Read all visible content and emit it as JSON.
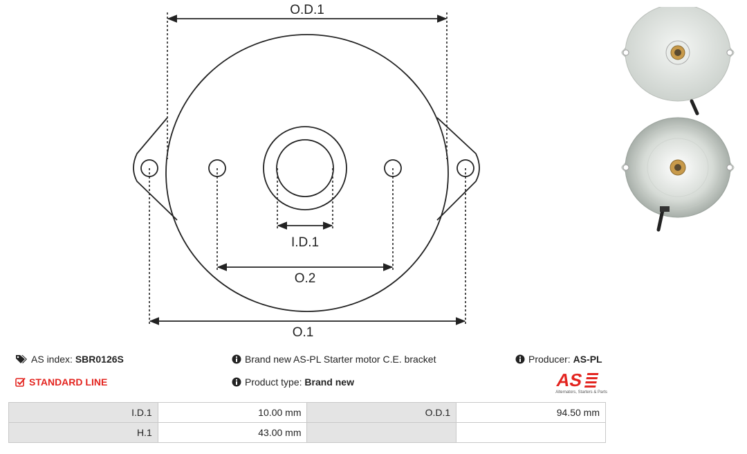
{
  "drawing": {
    "labels": {
      "od1": "O.D.1",
      "id1": "I.D.1",
      "o2": "O.2",
      "o1": "O.1"
    }
  },
  "info": {
    "as_index_label": "AS index:",
    "as_index_value": "SBR0126S",
    "standard_line": "STANDARD LINE",
    "description": "Brand new AS-PL Starter motor C.E. bracket",
    "product_type_label": "Product type:",
    "product_type_value": "Brand new",
    "producer_label": "Producer:",
    "producer_value": "AS-PL"
  },
  "logo": {
    "mark": "AS",
    "tagline": "Alternators, Starters & Parts",
    "color": "#e3241f"
  },
  "specs": [
    {
      "label": "I.D.1",
      "value": "10.00 mm",
      "label2": "O.D.1",
      "value2": "94.50 mm"
    },
    {
      "label": "H.1",
      "value": "43.00 mm",
      "label2": "",
      "value2": ""
    }
  ],
  "icons": [
    "tag-icon",
    "check-square-icon",
    "info-icon"
  ]
}
